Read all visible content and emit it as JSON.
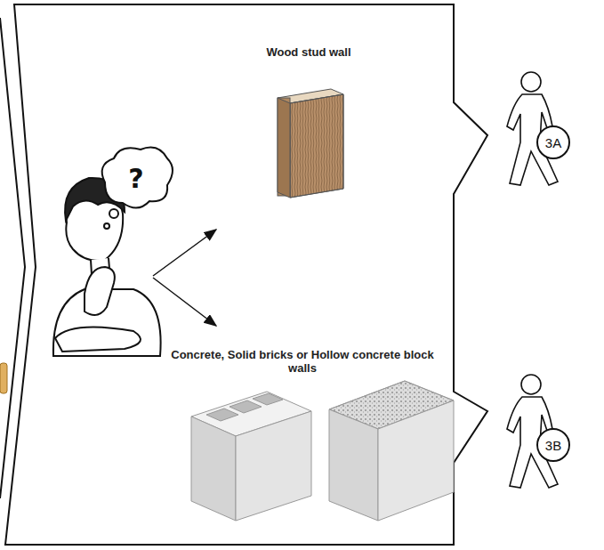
{
  "diagram": {
    "nodes": [
      {
        "text": [
          "?"
        ]
      },
      {
        "text": [
          "3A"
        ]
      },
      {
        "text": [
          "3B"
        ]
      }
    ],
    "labels": [
      "Wood stud wall",
      "Concrete, Solid bricks or Hollow concrete block walls"
    ]
  }
}
